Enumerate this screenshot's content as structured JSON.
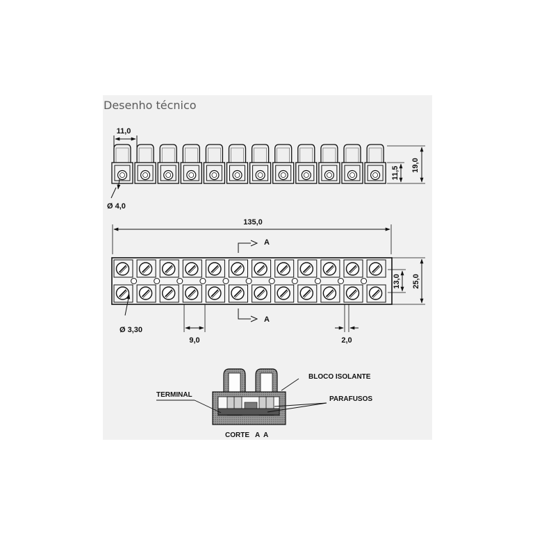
{
  "title": "Desenho técnico",
  "dimensions": {
    "pitch_top": "11,0",
    "hole_diameter": "Ø 4,0",
    "body_height": "11,5",
    "total_height": "19,0",
    "total_length": "135,0",
    "mount_hole": "Ø 3,30",
    "screw_pitch": "9,0",
    "gap": "2,0",
    "inner_height": "13,0",
    "total_width": "25,0"
  },
  "section_marker": "A",
  "section": {
    "title": "CORTE   A  A",
    "labels": {
      "bloco": "BLOCO  ISOLANTE",
      "terminal": "TERMINAL",
      "parafusos": "PARAFUSOS"
    }
  },
  "terminal_count": 12
}
